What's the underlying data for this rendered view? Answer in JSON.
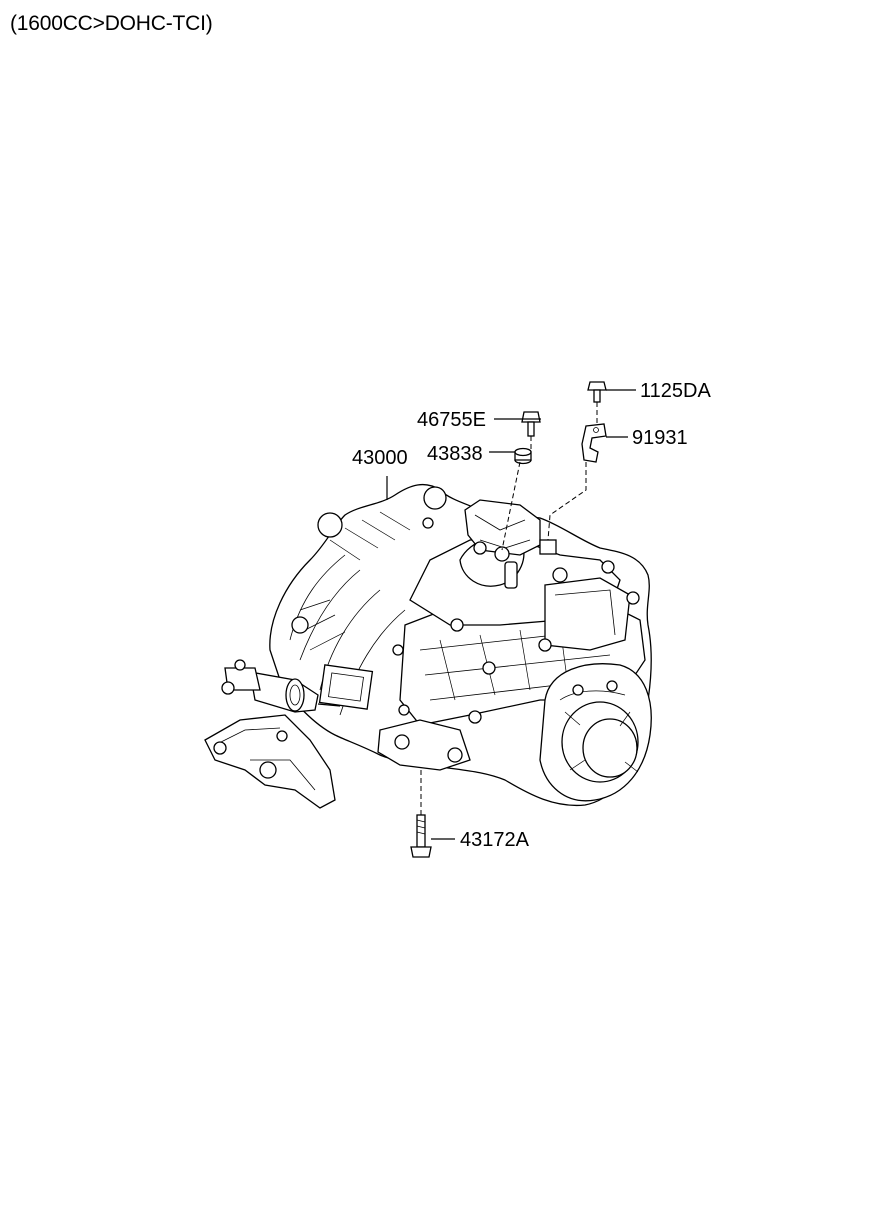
{
  "header": {
    "title": "(1600CC>DOHC-TCI)"
  },
  "parts": [
    {
      "id": "bolt_top",
      "label": "1125DA",
      "icon": "bolt-icon"
    },
    {
      "id": "washer_top",
      "label": "46755E",
      "icon": "bolt-icon"
    },
    {
      "id": "bracket",
      "label": "91931",
      "icon": "bracket-icon"
    },
    {
      "id": "assembly",
      "label": "43000",
      "icon": "transaxle-icon"
    },
    {
      "id": "bushing",
      "label": "43838",
      "icon": "bushing-icon"
    },
    {
      "id": "bolt_bottom",
      "label": "43172A",
      "icon": "bolt-icon"
    }
  ]
}
